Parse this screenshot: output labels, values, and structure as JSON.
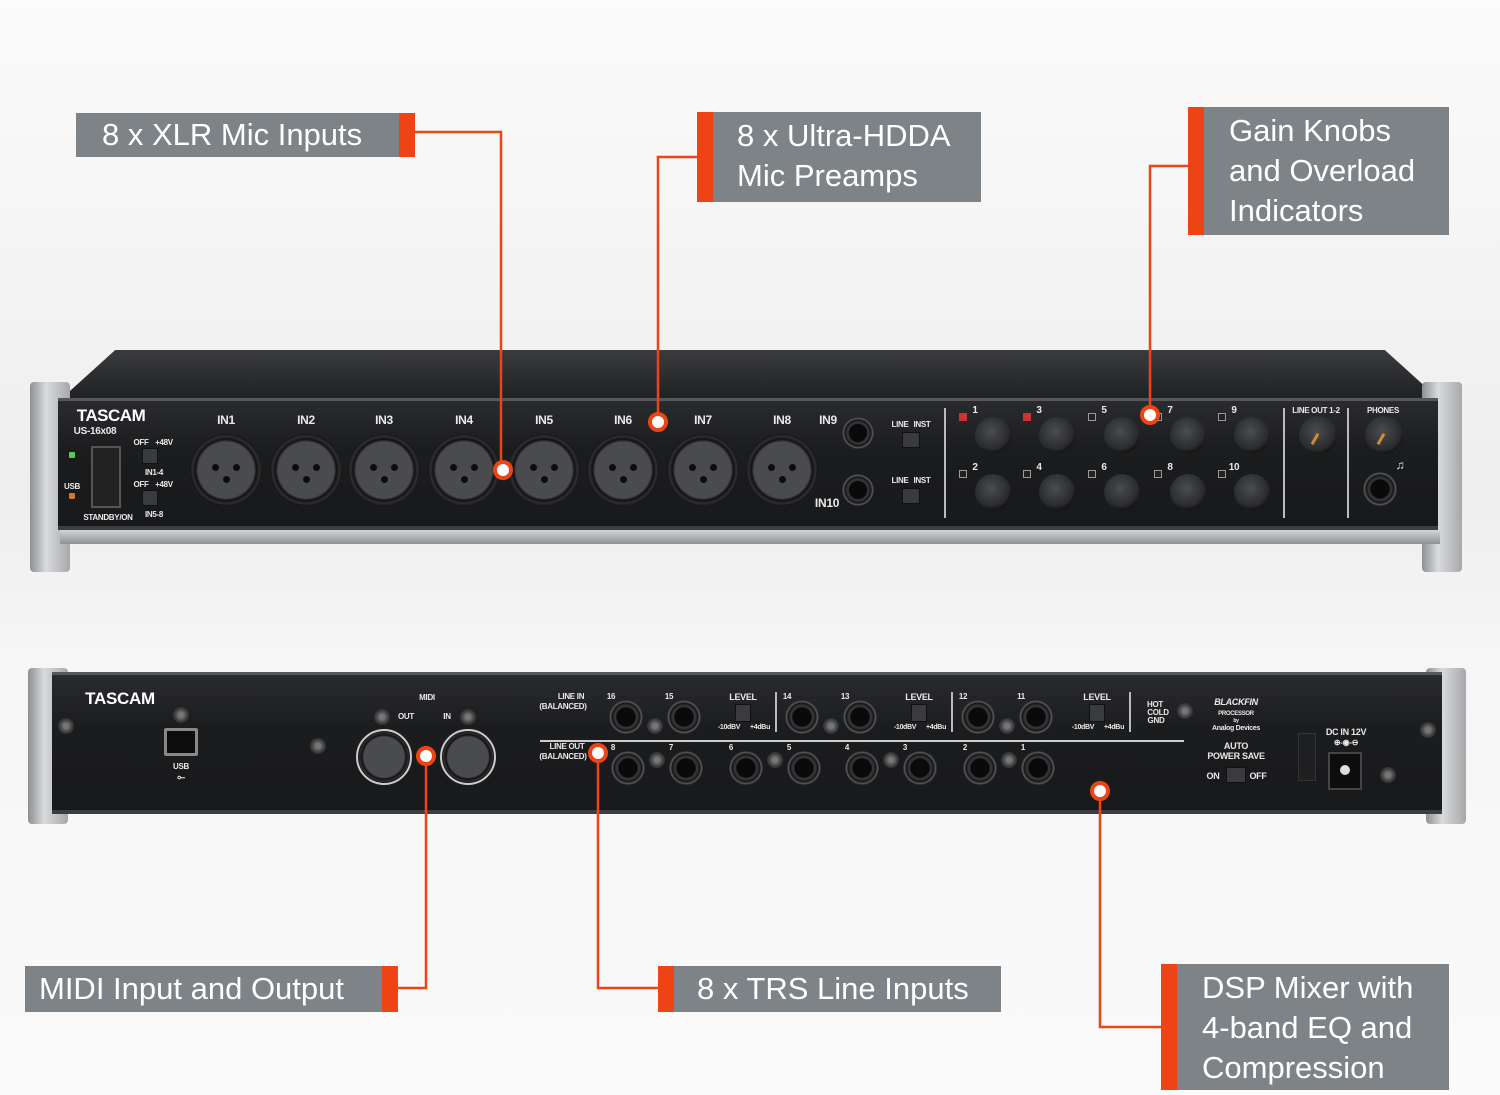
{
  "colors": {
    "accent": "#ee4415",
    "callout_bg": "#7d8386",
    "chassis": "#1b1c1e"
  },
  "callouts": {
    "xlr": [
      "8 x XLR Mic Inputs"
    ],
    "preamps": [
      "8 x Ultra-HDDA",
      "Mic Preamps"
    ],
    "gain": [
      "Gain Knobs",
      "and Overload",
      "Indicators"
    ],
    "midi": [
      "MIDI Input and Output"
    ],
    "trs": [
      "8 x TRS Line Inputs"
    ],
    "dsp": [
      "DSP Mixer with",
      "4-band EQ and",
      "Compression"
    ]
  },
  "front": {
    "brand": "TASCAM",
    "model": "US-16x08",
    "standby": "STANDBY/ON",
    "usb_led": "USB",
    "phantom": [
      "OFF",
      "+48V",
      "IN1-4",
      "OFF",
      "+48V",
      "IN5-8"
    ],
    "xlr_inputs": [
      "IN1",
      "IN2",
      "IN3",
      "IN4",
      "IN5",
      "IN6",
      "IN7",
      "IN8"
    ],
    "in9": "IN9",
    "in10": "IN10",
    "line": "LINE",
    "inst": "INST",
    "knob_numbers": [
      "1",
      "2",
      "3",
      "4",
      "5",
      "6",
      "7",
      "8",
      "9",
      "10"
    ],
    "line_out": "LINE OUT 1-2",
    "phones": "PHONES"
  },
  "back": {
    "brand": "TASCAM",
    "usb": "USB",
    "midi": "MIDI",
    "midi_out": "OUT",
    "midi_in": "IN",
    "line_in": [
      "LINE IN",
      "(BALANCED)"
    ],
    "line_out": [
      "LINE OUT",
      "(BALANCED)"
    ],
    "line_in_numbers": [
      "16",
      "15",
      "14",
      "13",
      "12",
      "11"
    ],
    "line_out_numbers": [
      "8",
      "7",
      "6",
      "5",
      "4",
      "3",
      "2",
      "1"
    ],
    "level": "LEVEL",
    "level_low": "-10dBV",
    "level_high": "+4dBu",
    "pinout": [
      "HOT",
      "COLD",
      "GND"
    ],
    "dsp_logo": [
      "BLACKFIN",
      "PROCESSOR",
      "by",
      "Analog Devices"
    ],
    "auto_power_save": [
      "AUTO",
      "POWER SAVE"
    ],
    "on": "ON",
    "off": "OFF",
    "dc_in": "DC IN 12V"
  }
}
